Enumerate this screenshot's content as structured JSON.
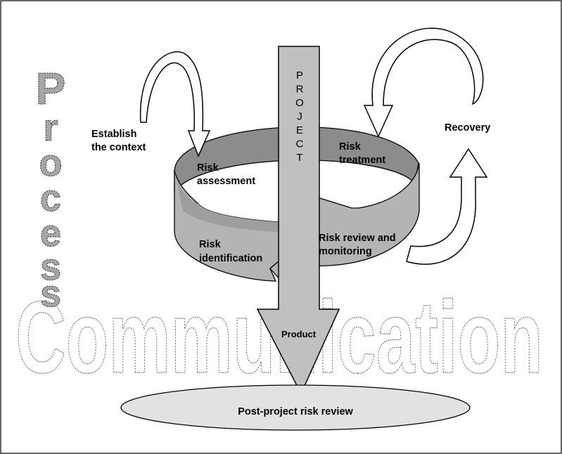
{
  "diagram": {
    "watermark_horizontal": "Communication",
    "watermark_vertical": [
      "P",
      "r",
      "o",
      "c",
      "e",
      "s",
      "s"
    ],
    "project_letters": [
      "P",
      "R",
      "O",
      "J",
      "E",
      "C",
      "T"
    ],
    "labels": {
      "establish_line1": "Establish",
      "establish_line2": "the context",
      "risk_assessment_line1": "Risk",
      "risk_assessment_line2": "assessment",
      "risk_treatment_line1": "Risk",
      "risk_treatment_line2": "treatment",
      "risk_identification_line1": "Risk",
      "risk_identification_line2": "identification",
      "risk_review_line1": "Risk review and",
      "risk_review_line2": "monitoring",
      "recovery": "Recovery",
      "product": "Product",
      "post_project": "Post-project risk review"
    },
    "colors": {
      "band_dark": "#8c8c8c",
      "band_light": "#b4b4b4",
      "arrow_fill": "#c0c0c0",
      "ellipse_fill": "#e2e2e2",
      "process_fill": "#a6a6a6",
      "outline": "#000000"
    }
  }
}
